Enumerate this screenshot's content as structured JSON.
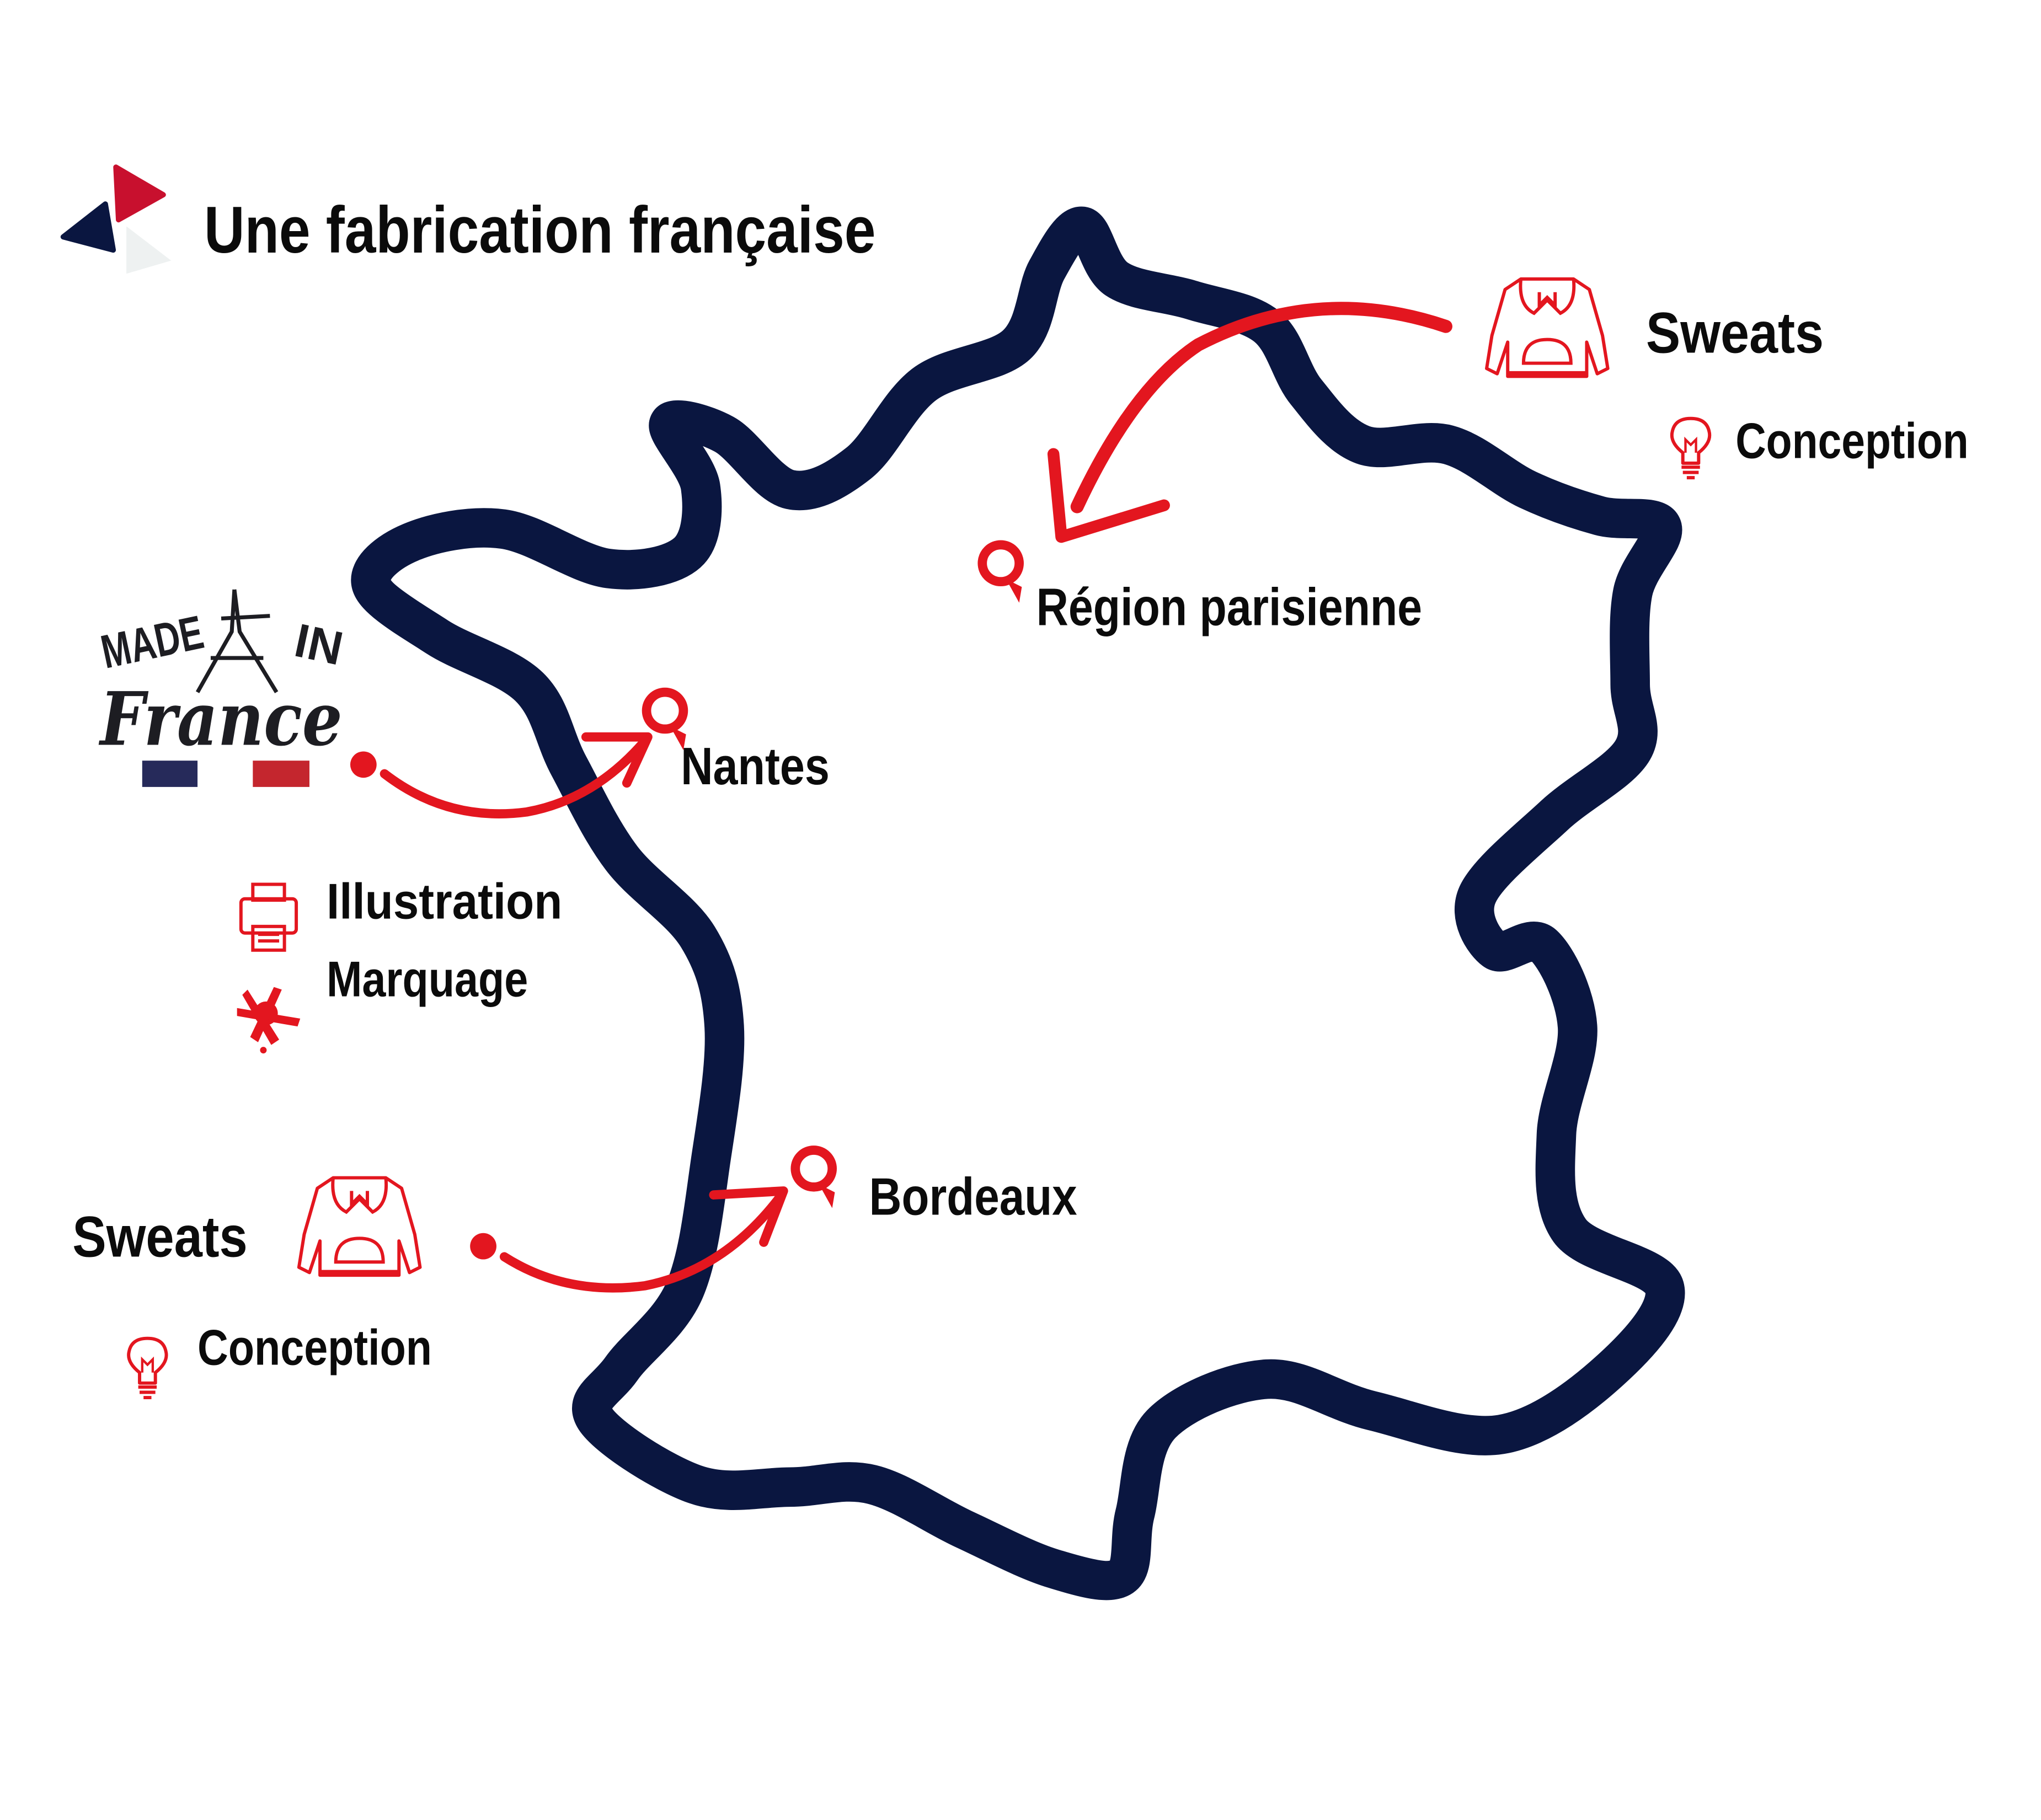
{
  "title": "Une fabrication française",
  "colors": {
    "navy": "#0a1640",
    "red": "#e3161f",
    "flag_blue": "#262a5a",
    "flag_red": "#c4262e",
    "logo_red": "#c8102e"
  },
  "made_in_france_logo": {
    "line1": "MADE",
    "line2": "IN",
    "line3": "France"
  },
  "locations": {
    "paris": {
      "label": "Région parisienne",
      "icon": "map-pin-icon"
    },
    "nantes": {
      "label": "Nantes",
      "icon": "map-pin-icon"
    },
    "bordeaux": {
      "label": "Bordeaux",
      "icon": "map-pin-icon"
    }
  },
  "paris_activities": [
    {
      "label": "Sweats",
      "icon": "hoodie-icon"
    },
    {
      "label": "Conception",
      "icon": "lightbulb-icon"
    }
  ],
  "nantes_activities": [
    {
      "label": "Illustration",
      "icon": "printer-icon"
    },
    {
      "label": "Marquage",
      "icon": "paint-splash-icon"
    }
  ],
  "bordeaux_activities": [
    {
      "label": "Sweats",
      "icon": "hoodie-icon"
    },
    {
      "label": "Conception",
      "icon": "lightbulb-icon"
    }
  ]
}
